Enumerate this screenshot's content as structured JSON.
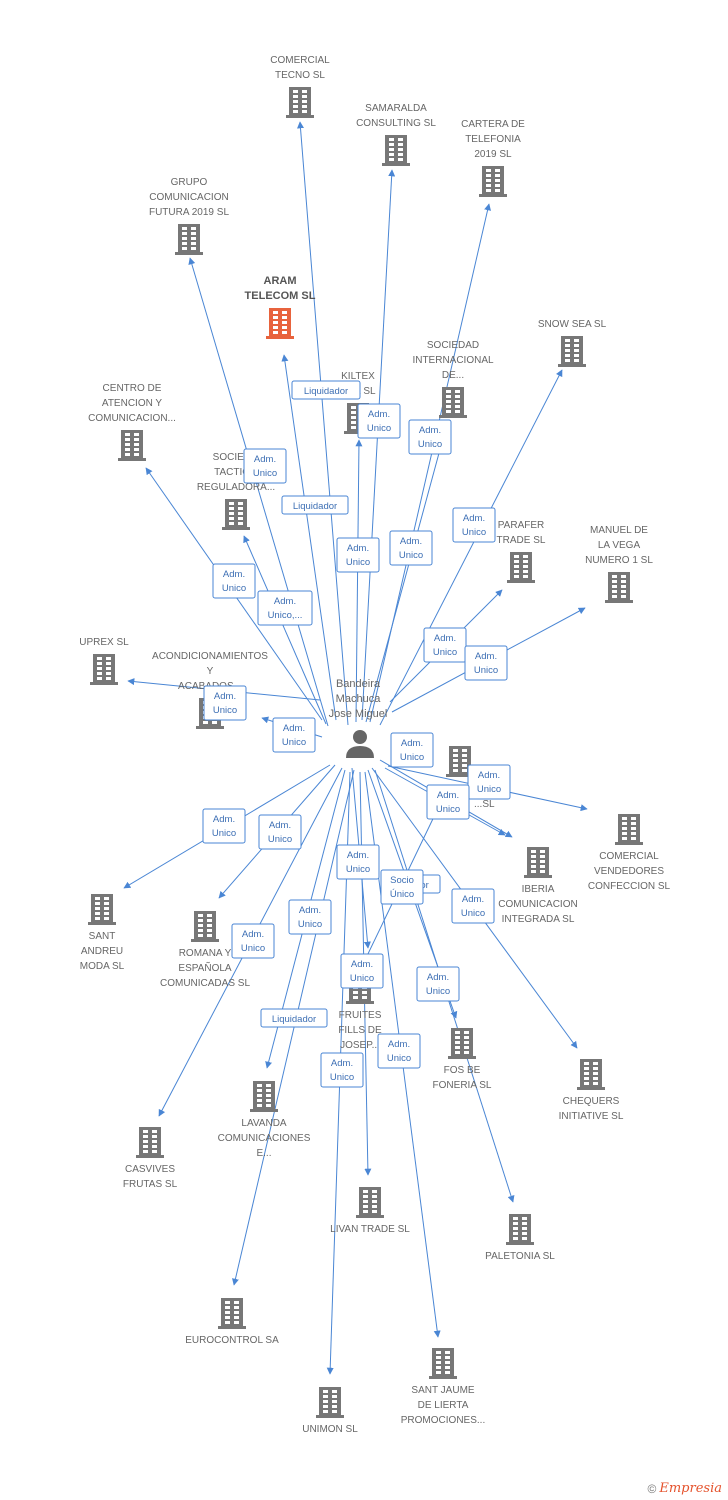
{
  "center": {
    "name": "Bandeira Machuca Jose Miguel",
    "lines": [
      "Bandeira",
      "Machuca",
      "Jose Miguel"
    ],
    "icon": "person-icon"
  },
  "colors": {
    "edge": "#4a86d4",
    "building": "#777777",
    "building_highlight": "#e8633d"
  },
  "icons": {
    "company": "building-icon",
    "person": "person-icon"
  },
  "companies": [
    {
      "id": "comercial-tecno",
      "lines": [
        "COMERCIAL",
        "TECNO SL"
      ]
    },
    {
      "id": "samaralda",
      "lines": [
        "SAMARALDA",
        "CONSULTING SL"
      ]
    },
    {
      "id": "cartera",
      "lines": [
        "CARTERA DE",
        "TELEFONIA",
        "2019 SL"
      ]
    },
    {
      "id": "grupo-comunicacion",
      "lines": [
        "GRUPO",
        "COMUNICACION",
        "FUTURA 2019 SL"
      ]
    },
    {
      "id": "aram",
      "lines": [
        "ARAM",
        "TELECOM SL"
      ],
      "highlight": true
    },
    {
      "id": "snow-sea",
      "lines": [
        "SNOW SEA SL"
      ]
    },
    {
      "id": "sociedad-internacional",
      "lines": [
        "SOCIEDAD",
        "INTERNACIONAL",
        "DE..."
      ]
    },
    {
      "id": "kiltex",
      "lines": [
        "KILTEX",
        "...AL SL"
      ]
    },
    {
      "id": "centro-atencion",
      "lines": [
        "CENTRO DE",
        "ATENCION Y",
        "COMUNICACION..."
      ]
    },
    {
      "id": "sociedad-tactica",
      "lines": [
        "SOCIED...",
        "TACTIC...",
        "REGULADORA..."
      ]
    },
    {
      "id": "parafer",
      "lines": [
        "PARAFER",
        "TRADE SL"
      ]
    },
    {
      "id": "manuel-vega",
      "lines": [
        "MANUEL DE",
        "LA VEGA",
        "NUMERO 1 SL"
      ]
    },
    {
      "id": "uprex",
      "lines": [
        "UPREX SL"
      ]
    },
    {
      "id": "acondicionamientos",
      "lines": [
        "ACONDICIONAMIENTOS",
        "Y",
        "ACABADOS..."
      ]
    },
    {
      "id": "unnamed-sl",
      "lines": [
        "...SL"
      ]
    },
    {
      "id": "comercial-vendedores",
      "lines": [
        "COMERCIAL",
        "VENDEDORES",
        "CONFECCION SL"
      ]
    },
    {
      "id": "iberia",
      "lines": [
        "IBERIA",
        "COMUNICACION",
        "INTEGRADA SL"
      ]
    },
    {
      "id": "sant-andreu",
      "lines": [
        "SANT",
        "ANDREU",
        "MODA SL"
      ]
    },
    {
      "id": "romana",
      "lines": [
        "ROMANA Y",
        "ESPAÑOLA",
        "COMUNICADAS SL"
      ]
    },
    {
      "id": "fruites",
      "lines": [
        "FRUITES",
        "FILLS DE",
        "JOSEP..."
      ]
    },
    {
      "id": "fos-be",
      "lines": [
        "FOS BE",
        "FONERIA SL"
      ]
    },
    {
      "id": "chequers",
      "lines": [
        "CHEQUERS",
        "INITIATIVE SL"
      ]
    },
    {
      "id": "lavanda",
      "lines": [
        "LAVANDA",
        "COMUNICACIONES",
        "E..."
      ]
    },
    {
      "id": "casvives",
      "lines": [
        "CASVIVES",
        "FRUTAS SL"
      ]
    },
    {
      "id": "livan",
      "lines": [
        "LIVAN TRADE SL"
      ]
    },
    {
      "id": "paletonia",
      "lines": [
        "PALETONIA SL"
      ]
    },
    {
      "id": "eurocontrol",
      "lines": [
        "EUROCONTROL SA"
      ]
    },
    {
      "id": "sant-jaume",
      "lines": [
        "SANT JAUME",
        "DE LIERTA",
        "PROMOCIONES..."
      ]
    },
    {
      "id": "unimon",
      "lines": [
        "UNIMON SL"
      ]
    }
  ],
  "relations": [
    {
      "lines": [
        "Liquidador"
      ]
    },
    {
      "lines": [
        "Adm.",
        "Unico"
      ]
    },
    {
      "lines": [
        "Adm.",
        "Unico"
      ]
    },
    {
      "lines": [
        "Adm.",
        "Unico"
      ]
    },
    {
      "lines": [
        "Liquidador"
      ]
    },
    {
      "lines": [
        "Adm.",
        "Unico"
      ]
    },
    {
      "lines": [
        "Adm.",
        "Unico"
      ]
    },
    {
      "lines": [
        "Adm.",
        "Unico"
      ]
    },
    {
      "lines": [
        "Adm.",
        "Unico"
      ]
    },
    {
      "lines": [
        "Adm.",
        "Unico,..."
      ]
    },
    {
      "lines": [
        "Adm.",
        "Unico"
      ]
    },
    {
      "lines": [
        "Adm.",
        "Unico"
      ]
    },
    {
      "lines": [
        "Adm.",
        "Unico"
      ]
    },
    {
      "lines": [
        "Adm.",
        "Unico"
      ]
    },
    {
      "lines": [
        "Adm.",
        "Unico"
      ]
    },
    {
      "lines": [
        "Adm.",
        "Unico"
      ]
    },
    {
      "lines": [
        "Adm.",
        "Unico"
      ]
    },
    {
      "lines": [
        "Adm.",
        "Unico"
      ]
    },
    {
      "lines": [
        "Adm.",
        "Unico"
      ]
    },
    {
      "lines": [
        "Adm.",
        "Unico"
      ]
    },
    {
      "lines": [
        "Adm.",
        "Unico"
      ]
    },
    {
      "lines": [
        "...dor"
      ]
    },
    {
      "lines": [
        "Socio",
        "Único"
      ]
    },
    {
      "lines": [
        "Adm.",
        "Unico"
      ]
    },
    {
      "lines": [
        "Adm.",
        "Unico"
      ]
    },
    {
      "lines": [
        "Adm.",
        "Unico"
      ]
    },
    {
      "lines": [
        "Adm.",
        "Unico"
      ]
    },
    {
      "lines": [
        "Liquidador"
      ]
    },
    {
      "lines": [
        "Adm.",
        "Unico"
      ]
    },
    {
      "lines": [
        "Adm.",
        "Unico"
      ]
    }
  ],
  "footer": {
    "copyright": "©",
    "brand": "Empresia"
  }
}
